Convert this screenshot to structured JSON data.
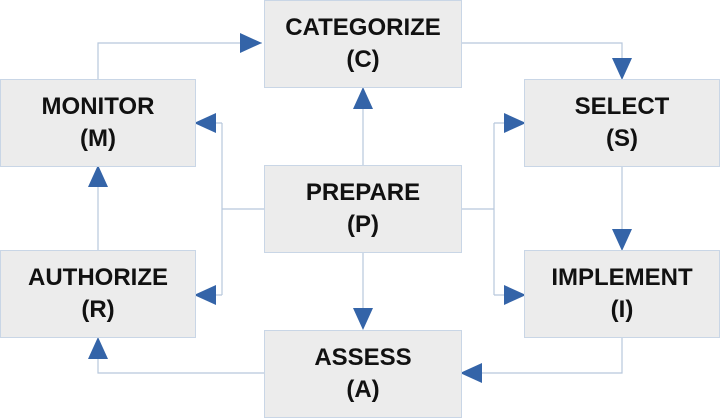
{
  "diagram": {
    "nodes": {
      "categorize": {
        "name": "CATEGORIZE",
        "abbr": "(C)"
      },
      "select": {
        "name": "SELECT",
        "abbr": "(S)"
      },
      "implement": {
        "name": "IMPLEMENT",
        "abbr": "(I)"
      },
      "assess": {
        "name": "ASSESS",
        "abbr": "(A)"
      },
      "authorize": {
        "name": "AUTHORIZE",
        "abbr": "(R)"
      },
      "monitor": {
        "name": "MONITOR",
        "abbr": "(M)"
      },
      "prepare": {
        "name": "PREPARE",
        "abbr": "(P)"
      }
    },
    "colors": {
      "line": "#b7c7dc",
      "arrow": "#3464a8",
      "box_fill": "#ececec",
      "box_border": "#c9d6e6"
    }
  }
}
